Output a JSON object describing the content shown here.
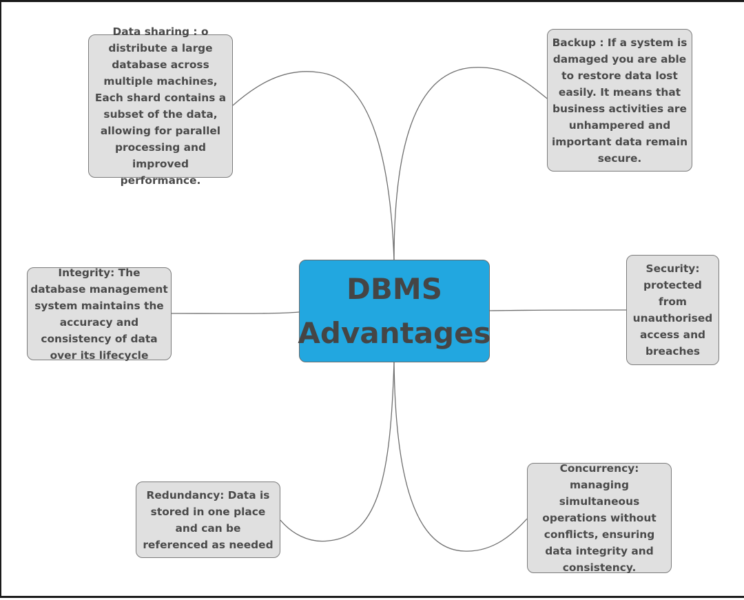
{
  "diagram": {
    "type": "mind-map",
    "center": {
      "text": "DBMS Advantages",
      "color": "#22a7e0"
    },
    "node_color": "#e0e0e0",
    "connector_color": "#6e6e6e",
    "nodes": [
      {
        "id": "data-sharing",
        "text": "Data sharing : o distribute a large database across multiple machines, Each shard contains a subset of the data, allowing for parallel processing and improved performance."
      },
      {
        "id": "backup",
        "text": "Backup : If a system is damaged you are able to restore data lost easily. It means that business activities are unhampered and important data remain secure."
      },
      {
        "id": "integrity",
        "text": "Integrity: The database management system maintains the accuracy and consistency of data over its lifecycle"
      },
      {
        "id": "security",
        "text": "Security: protected from unauthorised access and breaches"
      },
      {
        "id": "redundancy",
        "text": "Redundancy: Data is stored in one place and can be referenced as needed"
      },
      {
        "id": "concurrency",
        "text": "Concurrency: managing simultaneous operations without conflicts, ensuring data integrity and consistency."
      }
    ]
  }
}
